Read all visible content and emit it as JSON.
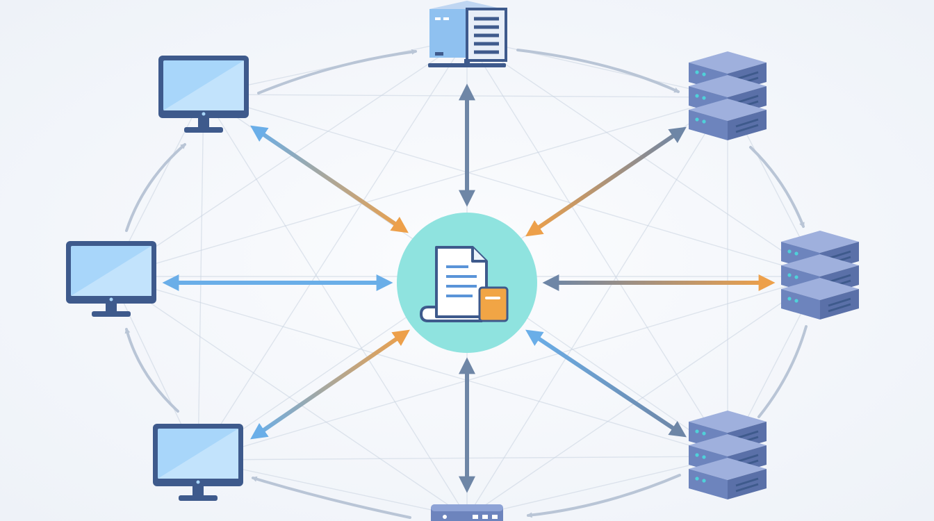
{
  "diagram": {
    "kind": "network",
    "hub": {
      "id": "hub",
      "icon": "document-folder-icon",
      "label": ""
    },
    "nodes": [
      {
        "id": "pc-top-left",
        "type": "desktop",
        "icon": "monitor-icon"
      },
      {
        "id": "pc-mid-left",
        "type": "desktop",
        "icon": "monitor-icon"
      },
      {
        "id": "pc-bottom-left",
        "type": "desktop",
        "icon": "monitor-icon"
      },
      {
        "id": "tower-top",
        "type": "workstation",
        "icon": "tower-server-icon"
      },
      {
        "id": "switch-bottom",
        "type": "network-device",
        "icon": "network-switch-icon"
      },
      {
        "id": "server-top-right",
        "type": "server-stack",
        "icon": "server-stack-icon"
      },
      {
        "id": "server-mid-right",
        "type": "server-stack",
        "icon": "server-stack-icon"
      },
      {
        "id": "server-bottom-right",
        "type": "server-stack",
        "icon": "server-stack-icon"
      }
    ],
    "hub_links": [
      {
        "node": "pc-top-left",
        "direction": "bidirectional",
        "gradient": "blue-to-orange"
      },
      {
        "node": "pc-mid-left",
        "direction": "bidirectional",
        "gradient": "blue"
      },
      {
        "node": "pc-bottom-left",
        "direction": "bidirectional",
        "gradient": "blue-to-orange"
      },
      {
        "node": "tower-top",
        "direction": "bidirectional",
        "gradient": "slate"
      },
      {
        "node": "switch-bottom",
        "direction": "bidirectional",
        "gradient": "slate"
      },
      {
        "node": "server-top-right",
        "direction": "bidirectional",
        "gradient": "slate-to-orange"
      },
      {
        "node": "server-mid-right",
        "direction": "bidirectional",
        "gradient": "slate-to-orange"
      },
      {
        "node": "server-bottom-right",
        "direction": "bidirectional",
        "gradient": "blue-to-slate"
      }
    ],
    "ring_flow": [
      {
        "from": "pc-top-left",
        "to": "tower-top"
      },
      {
        "from": "tower-top",
        "to": "server-top-right"
      },
      {
        "from": "server-top-right",
        "to": "server-mid-right"
      },
      {
        "from": "server-bottom-right",
        "to": "switch-bottom"
      },
      {
        "from": "switch-bottom",
        "to": "pc-bottom-left"
      },
      {
        "from": "pc-bottom-left",
        "to": "pc-mid-left"
      },
      {
        "from": "pc-mid-left",
        "to": "pc-top-left"
      }
    ],
    "mesh": "full-mesh-faint",
    "colors": {
      "background": "#f4f7fb",
      "blue": "#6aaee8",
      "orange": "#eda04a",
      "slate": "#6e86a6",
      "hub_fill": "#8fe3df",
      "monitor_frame": "#3e5a8c",
      "monitor_screen": "#a8d6fa",
      "server_body": "#6d84bd",
      "server_light": "#4fd1d9",
      "ring": "#b9c5d6"
    }
  }
}
